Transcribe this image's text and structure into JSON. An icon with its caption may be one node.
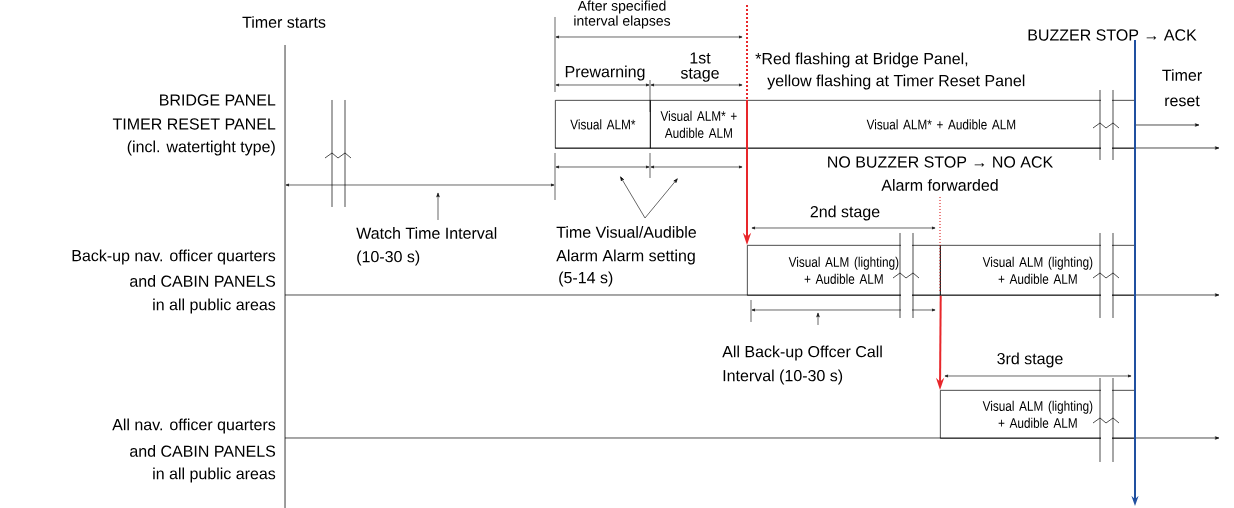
{
  "diagram": {
    "nodes": [
      {
        "text": [
          "Visual ALM*"
        ]
      },
      {
        "text": [
          "Visual ALM* + Audible ALM"
        ]
      },
      {
        "text": [
          "Visual ALM* + Audible ALM"
        ]
      },
      {
        "text": [
          "Visual ALM (lighting) + Audible ALM"
        ]
      },
      {
        "text": [
          "Visual ALM (lighting) + Audible ALM"
        ]
      },
      {
        "text": [
          "Visual ALM (lighting) + Audible ALM"
        ]
      }
    ],
    "edges": [
      {
        "from": 1,
        "to": 3,
        "arrow": "to",
        "color": "#e8262a"
      },
      {
        "from": 3,
        "to": 5,
        "arrow": "to",
        "color": "#e8262a"
      }
    ],
    "labels": [
      "Timer starts",
      "After specified",
      "interval elapses",
      "1st",
      "stage",
      "Prewarning",
      "BUZZER STOP → ACK",
      "*Red flashing at Bridge Panel,",
      "yellow flashing at Timer Reset Panel",
      "Timer",
      "reset",
      "BRIDGE PANEL",
      "TIMER RESET PANEL",
      "(incl. watertight type)",
      "NO BUZZER STOP → NO ACK",
      "Alarm forwarded",
      "2nd stage",
      "Watch Time Interval",
      "(10-30 s)",
      "Time Visual/Audible",
      "Alarm Alarm setting",
      "(5-14 s)",
      "Back-up nav. officer quarters",
      "and CABIN PANELS",
      "in all public areas",
      "All Back-up Offcer Call",
      "Interval (10-30 s)",
      "3rd stage",
      "All nav. officer quarters",
      "and CABIN PANELS",
      "in all public areas"
    ]
  }
}
